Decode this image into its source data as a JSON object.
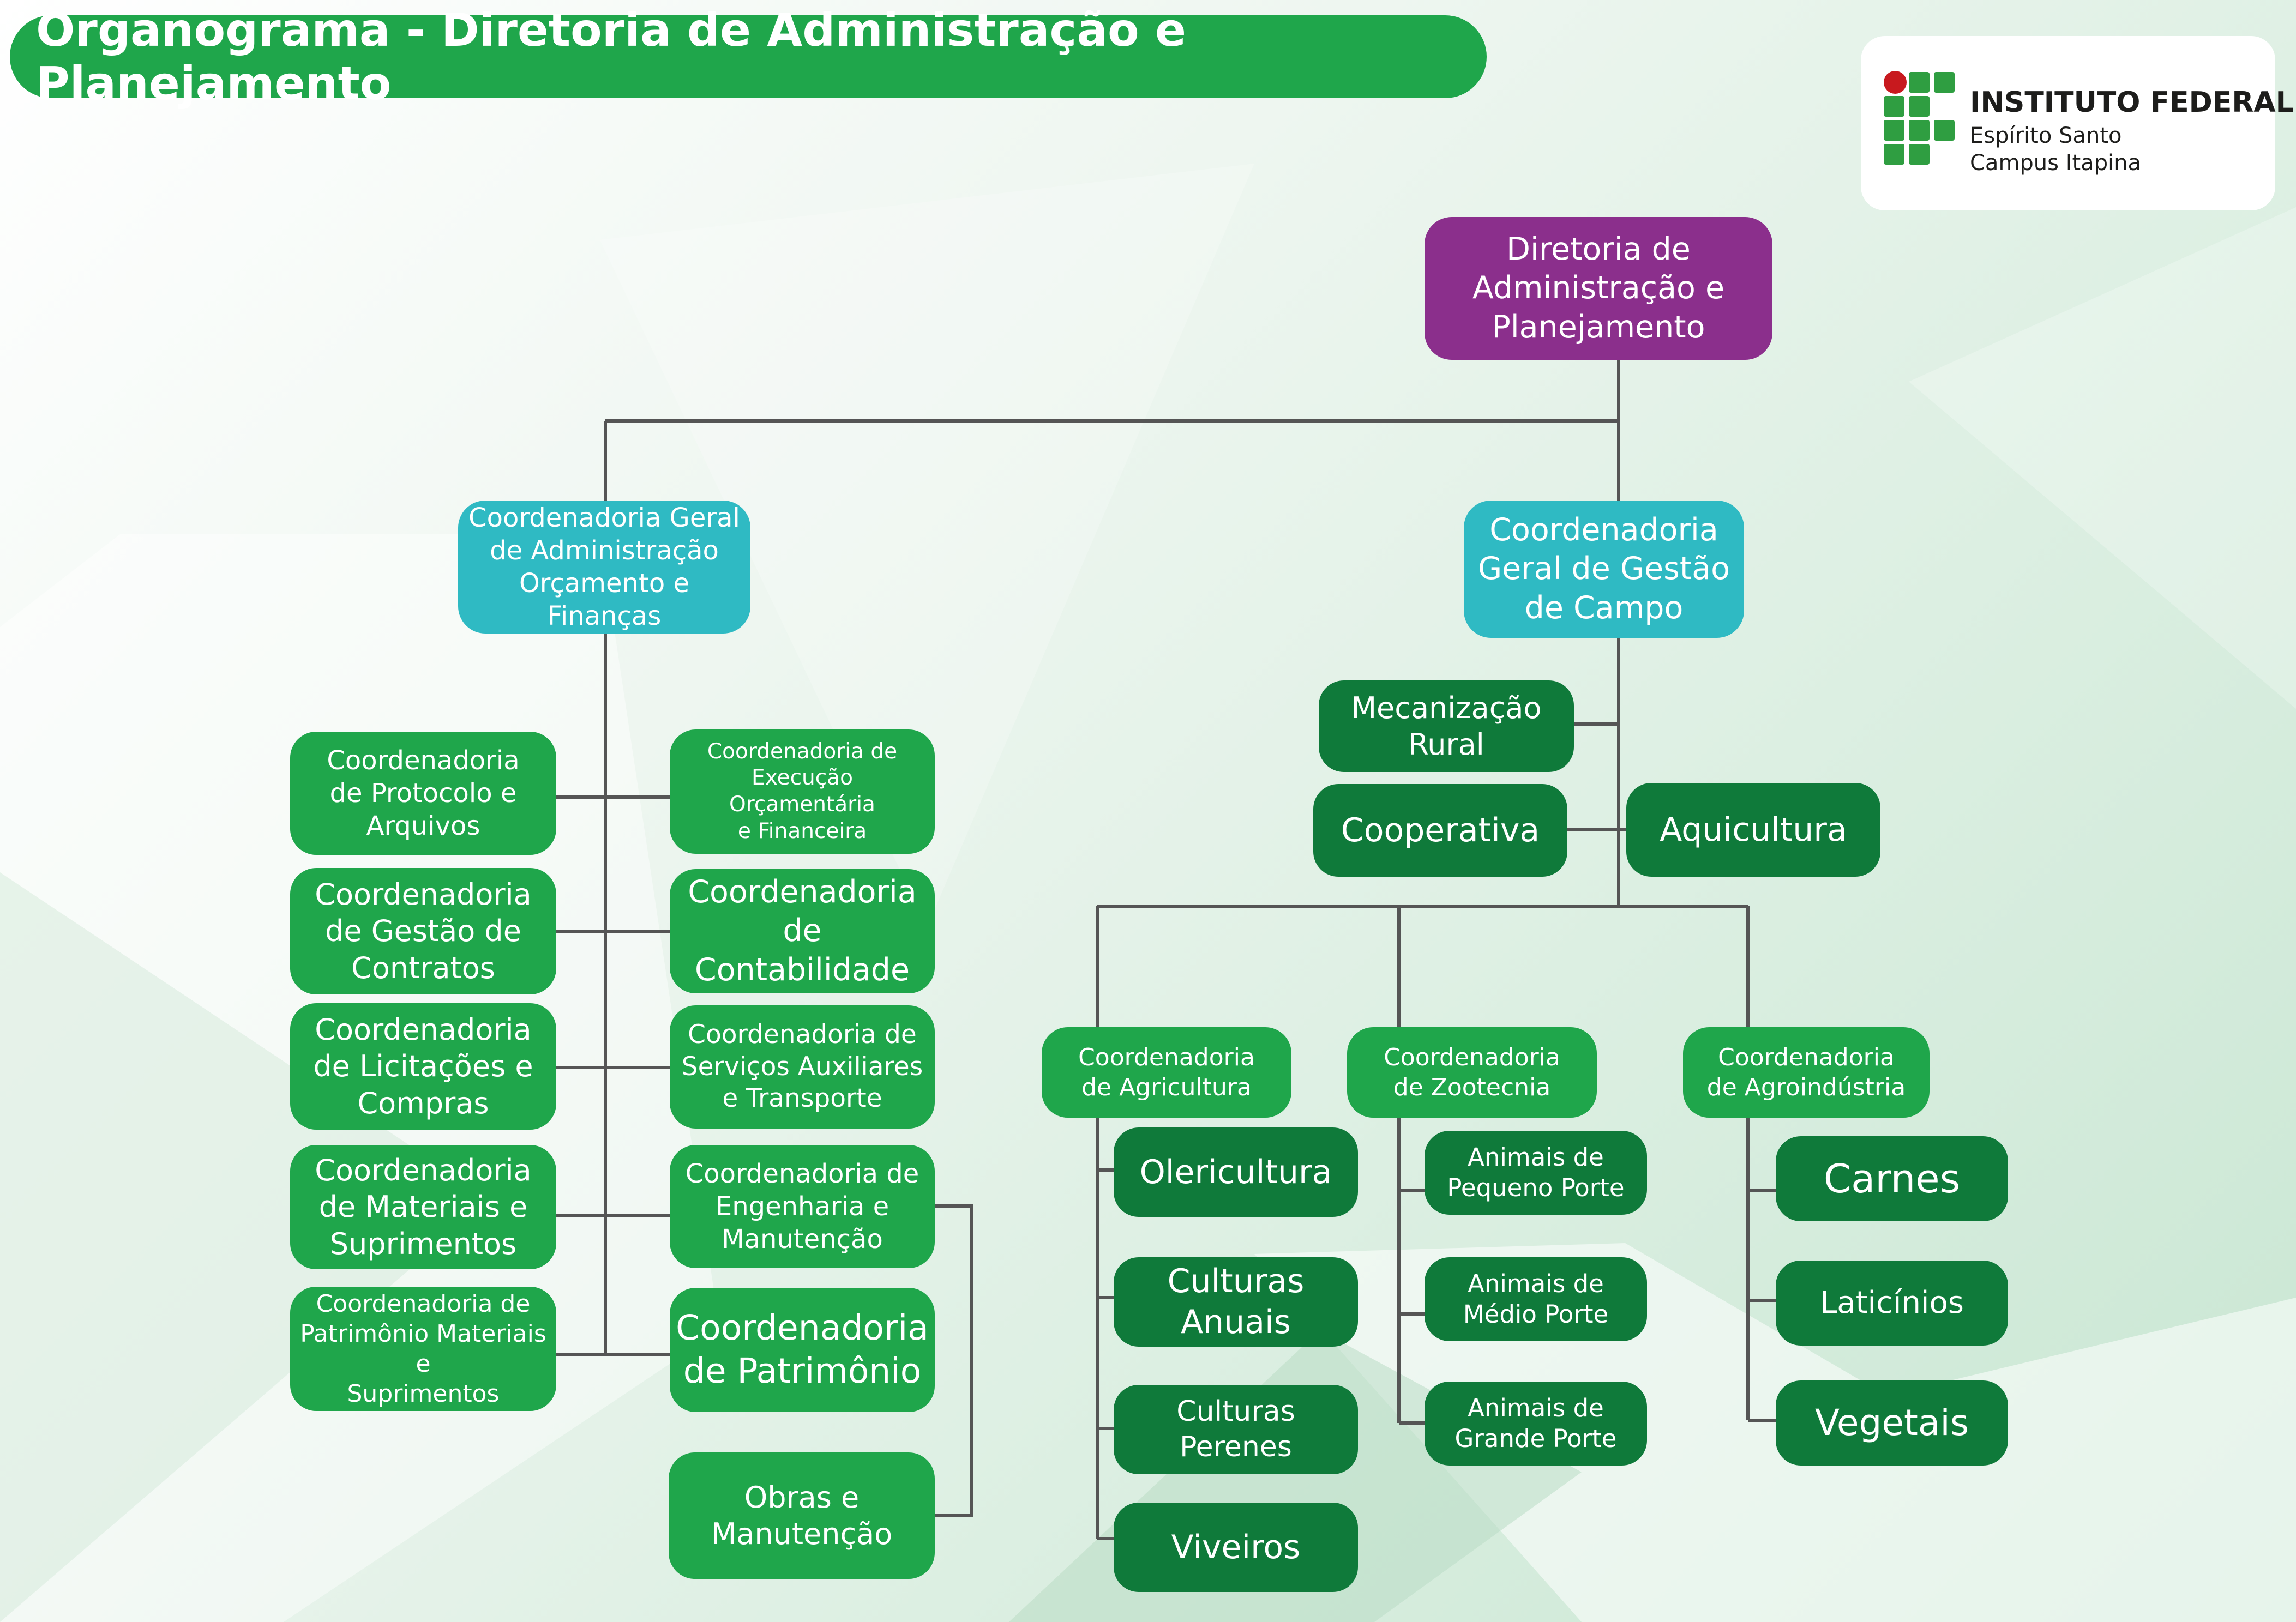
{
  "title": "Organograma - Diretoria de Administração e Planejamento",
  "logo": {
    "line1": "INSTITUTO FEDERAL",
    "line2": "Espírito Santo",
    "line3": "Campus Itapina"
  },
  "colors": {
    "title_bg": "#1fa64b",
    "root_bg": "#8b2f8c",
    "general_coord_bg": "#2fbac3",
    "coord_bg": "#1fa64b",
    "unit_bg": "#0f7a3a",
    "connector": "#555555",
    "logo_dot": "#c8191e",
    "logo_square": "#2f9e41"
  },
  "root": "Diretoria de\nAdministração e\nPlanejamento",
  "cg_admin": "Coordenadoria Geral\nde Administração\nOrçamento e Finanças",
  "cg_campo": "Coordenadoria\nGeral de Gestão\nde Campo",
  "left_col": [
    "Coordenadoria\nde Protocolo e\nArquivos",
    "Coordenadoria\nde Gestão de\nContratos",
    "Coordenadoria\nde Licitações e\nCompras",
    "Coordenadoria\nde Materiais e\nSuprimentos",
    "Coordenadoria de\nPatrimônio Materiais e\nSuprimentos"
  ],
  "right_col": [
    "Coordenadoria de\nExecução Orçamentária\ne Financeira",
    "Coordenadoria\nde Contabilidade",
    "Coordenadoria de\nServiços Auxiliares\ne Transporte",
    "Coordenadoria de\nEngenharia e\nManutenção",
    "Coordenadoria\nde Patrimônio",
    "Obras e\nManutenção"
  ],
  "campo_units": {
    "mecanizacao": "Mecanização\nRural",
    "cooperativa": "Cooperativa",
    "aquicultura": "Aquicultura"
  },
  "coords": [
    {
      "name": "Coordenadoria\nde Agricultura",
      "items": [
        "Olericultura",
        "Culturas Anuais",
        "Culturas Perenes",
        "Viveiros"
      ]
    },
    {
      "name": "Coordenadoria\nde Zootecnia",
      "items": [
        "Animais de\nPequeno Porte",
        "Animais de\nMédio Porte",
        "Animais de\nGrande Porte"
      ]
    },
    {
      "name": "Coordenadoria\nde Agroindústria",
      "items": [
        "Carnes",
        "Laticínios",
        "Vegetais"
      ]
    }
  ]
}
